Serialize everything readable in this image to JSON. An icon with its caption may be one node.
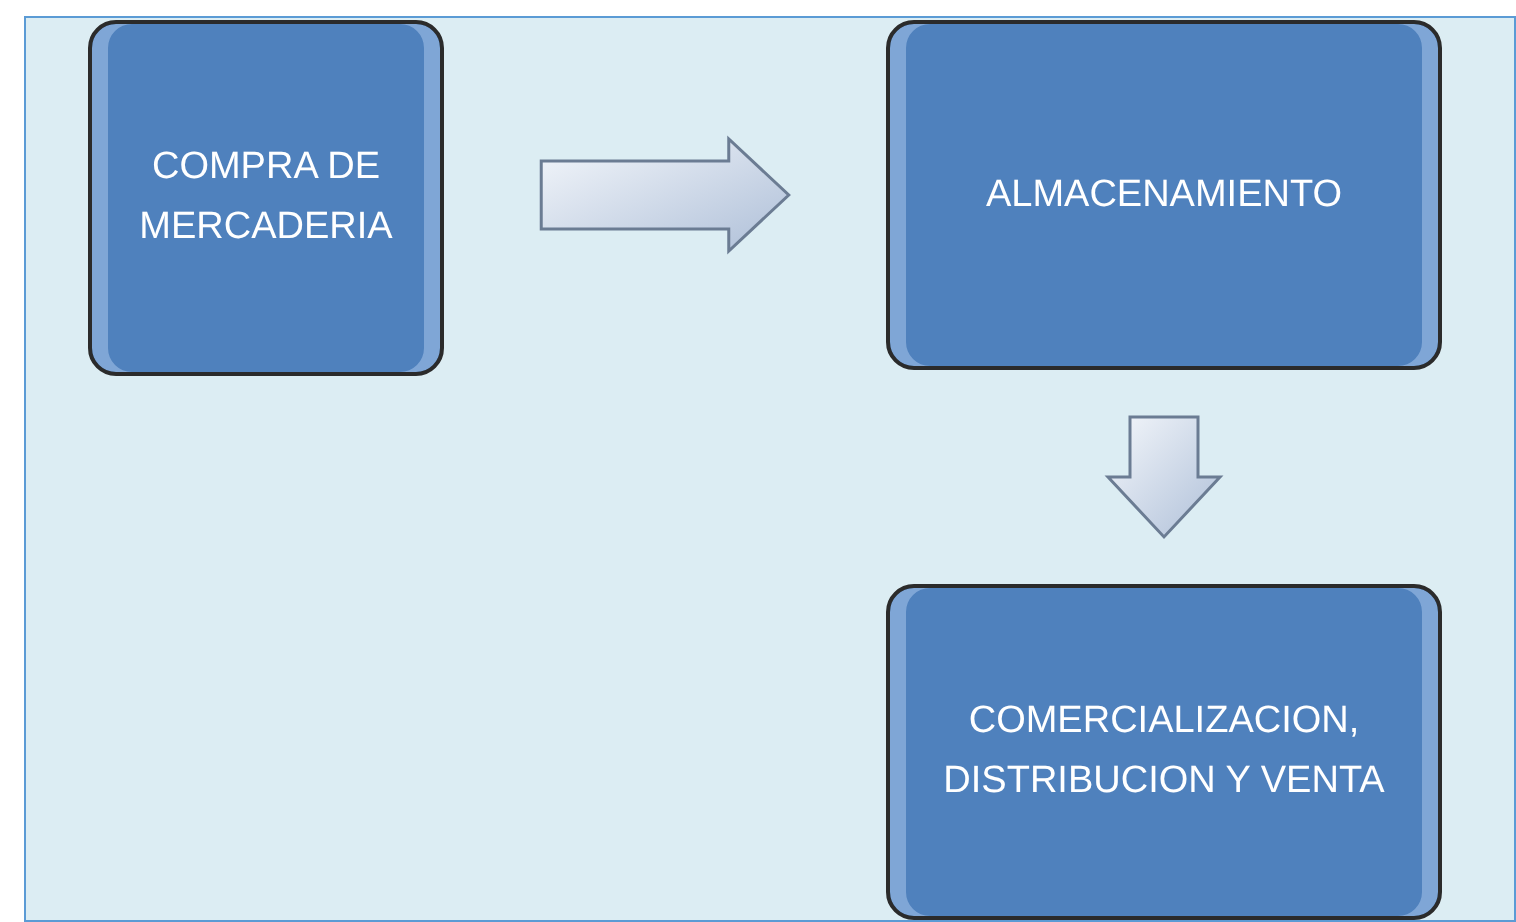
{
  "diagram": {
    "nodes": [
      {
        "text": [
          "COMPRA DE MERCADERIA"
        ]
      },
      {
        "text": [
          "ALMACENAMIENTO"
        ]
      },
      {
        "text": [
          "COMERCIALIZACION, DISTRIBUCION Y VENTA"
        ]
      }
    ],
    "edges": [
      {
        "from": 0,
        "to": 1,
        "arrow": "to"
      },
      {
        "from": 1,
        "to": 2,
        "arrow": "to"
      }
    ]
  }
}
